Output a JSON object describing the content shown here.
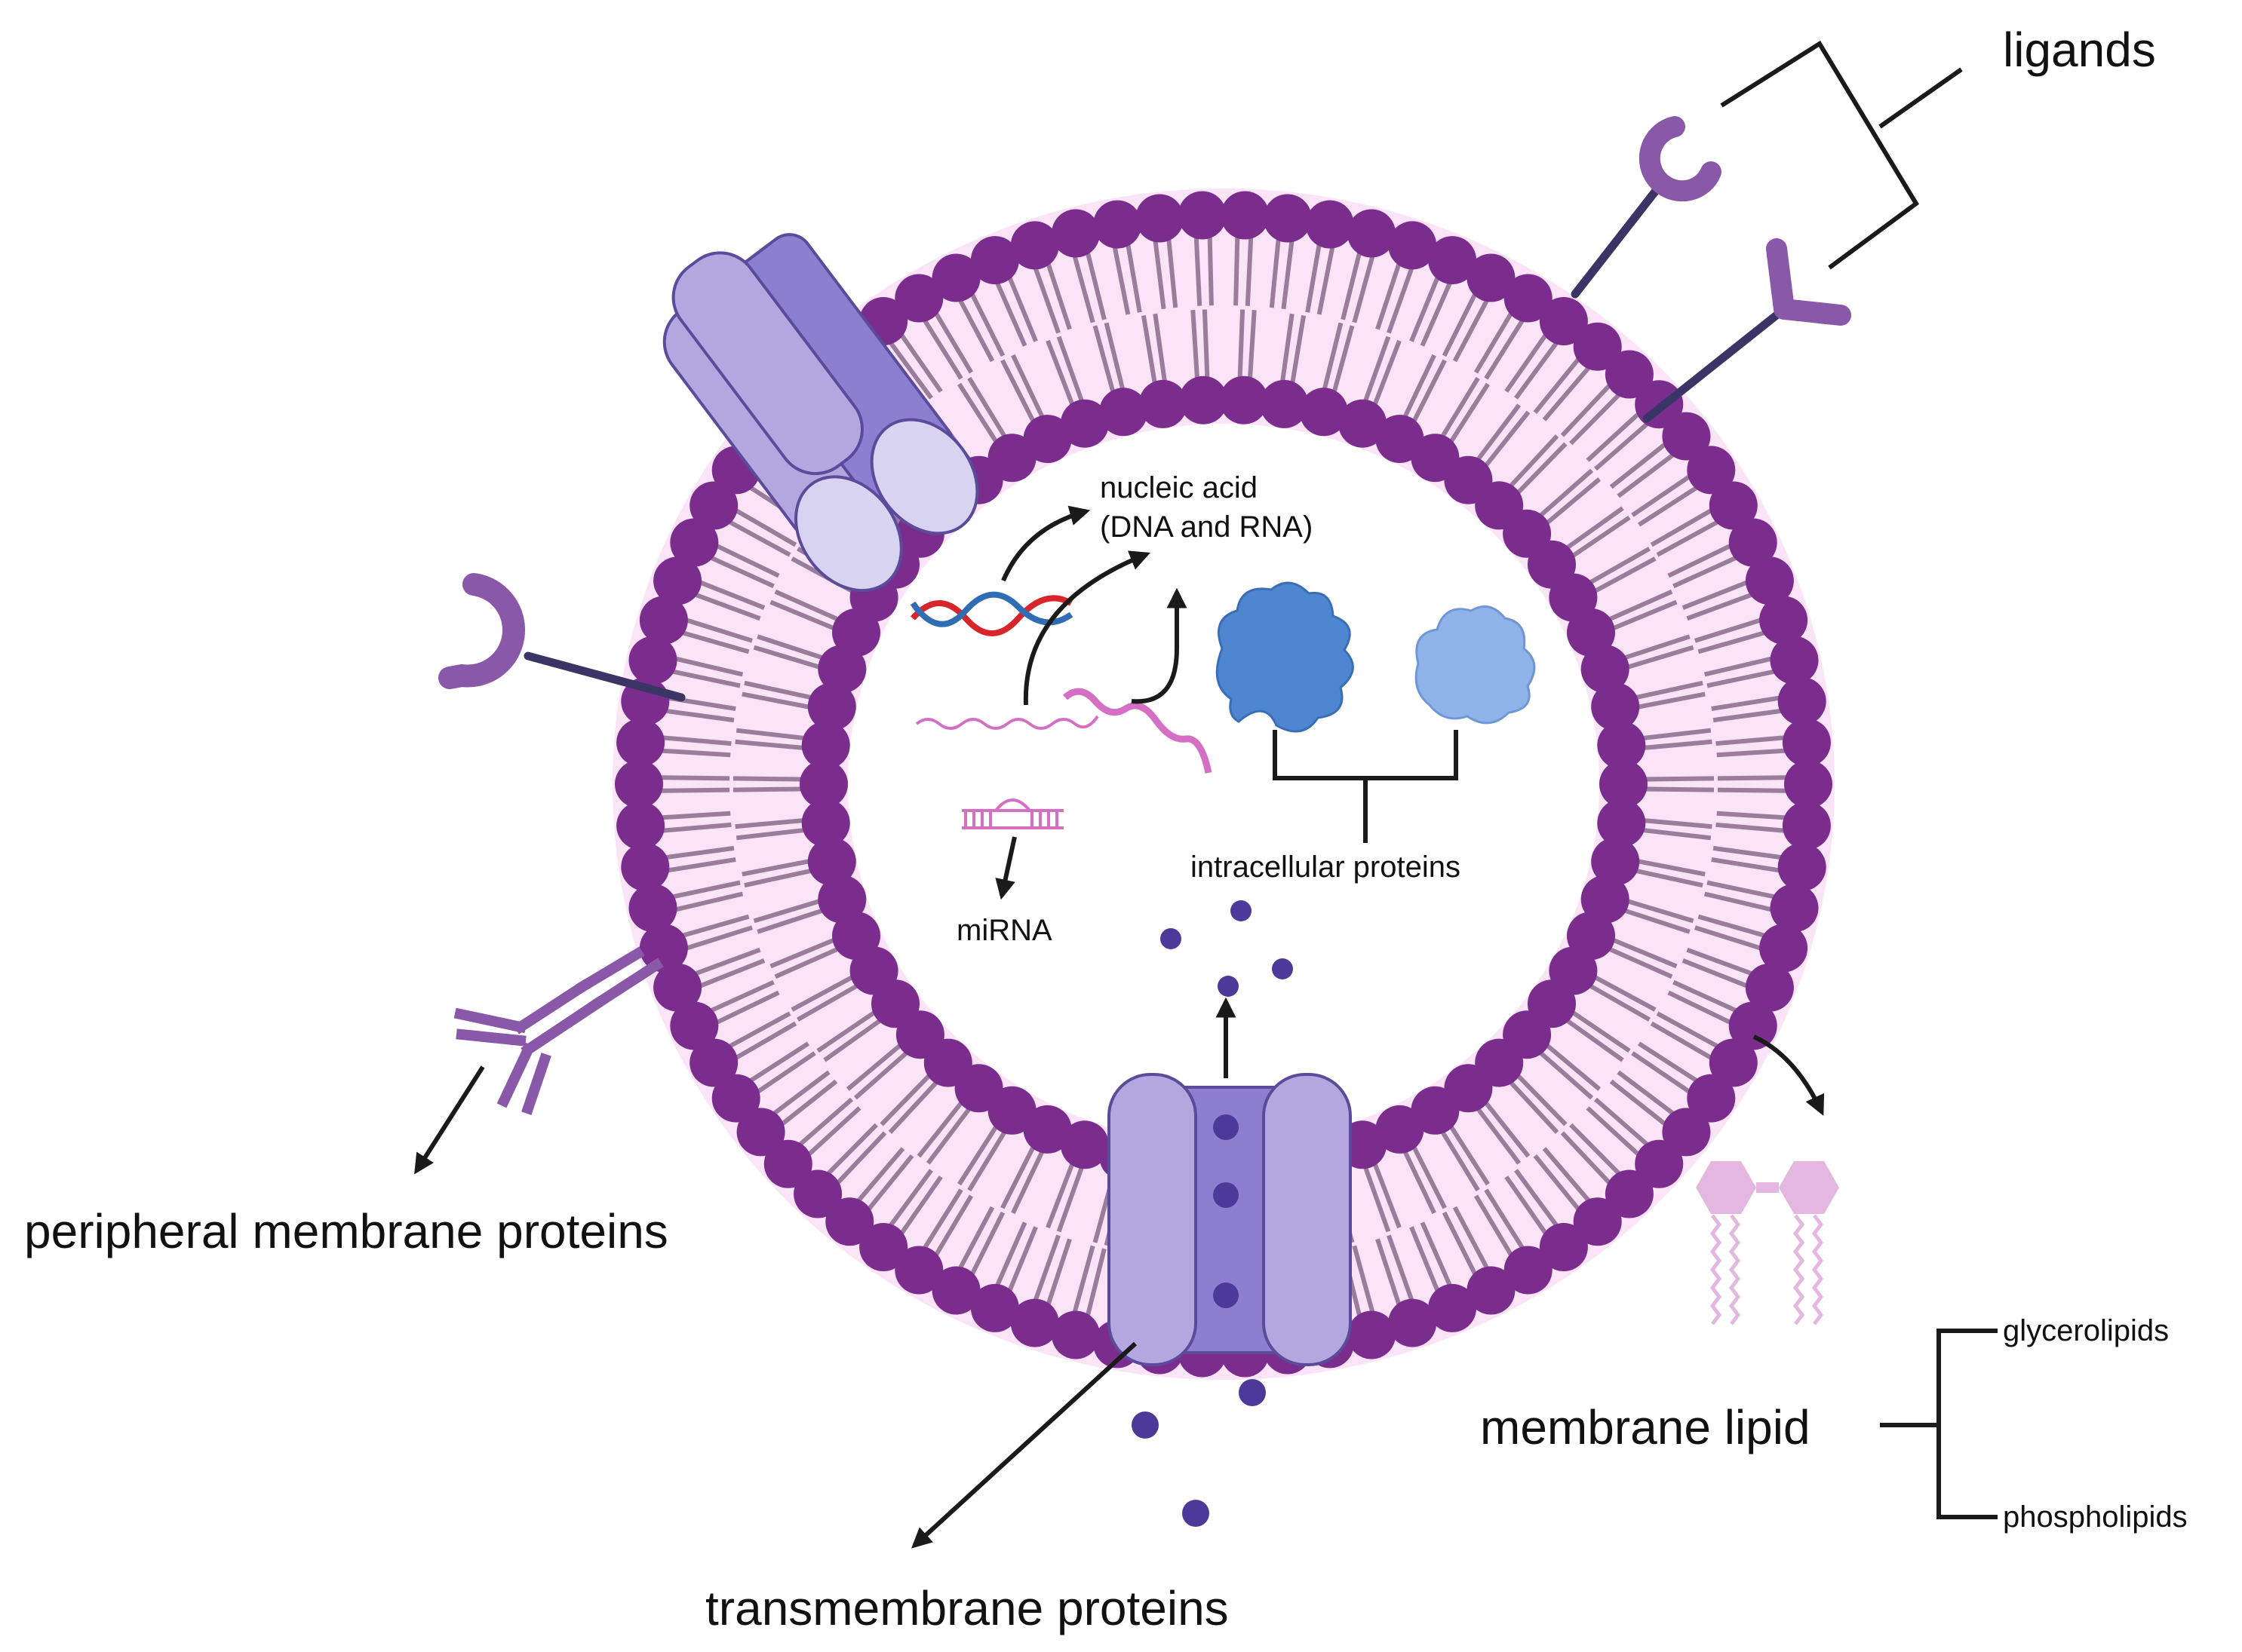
{
  "labels": {
    "ligands": "ligands",
    "nucleic_acid_line1": "nucleic acid",
    "nucleic_acid_line2": "(DNA and RNA)",
    "intracellular_proteins": "intracellular proteins",
    "mirna": "miRNA",
    "peripheral_membrane_proteins": "peripheral membrane proteins",
    "transmembrane_proteins": "transmembrane proteins",
    "membrane_lipid": "membrane lipid",
    "glycerolipids": "glycerolipids",
    "phospholipids": "phospholipids"
  },
  "colors": {
    "head": "#7b2d8e",
    "tail": "#9a7d9a",
    "lumen_band": "#fbe3f8",
    "protein_light": "#b4a7e0",
    "protein_mid": "#8c7fcf",
    "protein_pale": "#d9d3f2",
    "ligand": "#8a58a8",
    "stalk": "#3b3566",
    "dna_red": "#d7252b",
    "dna_blue": "#2f6eb5",
    "rna_pink": "#d46fc4",
    "blue_protein": "#4f86d0",
    "blue_protein_light": "#8fb3e8",
    "cargo": "#4b3a9a",
    "lipid_pink": "#e3b7df",
    "arrow": "#1a1a1a"
  },
  "icons": {
    "ligands": [
      "receptor-cup-icon",
      "y-receptor-icon"
    ],
    "intracellular_proteins": [
      "protein-blob-icon",
      "protein-blob-light-icon"
    ],
    "nucleic_acid": [
      "dna-helix-icon",
      "rna-strand-icon"
    ],
    "mirna": "mirna-hairpin-icon",
    "peripheral_membrane_proteins": "antibody-icon",
    "membrane_lipid": "phospholipid-icon"
  }
}
